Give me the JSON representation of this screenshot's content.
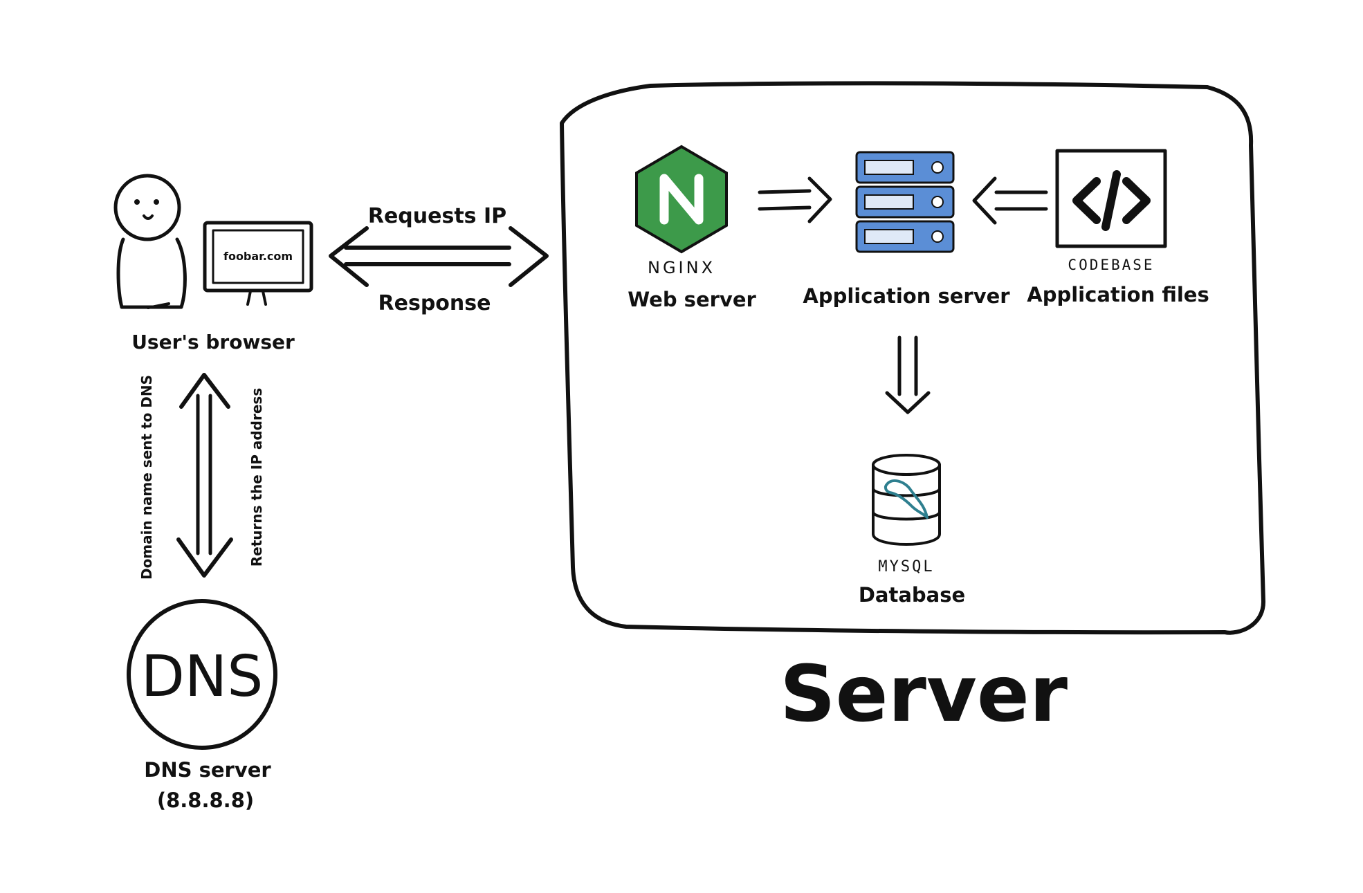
{
  "user": {
    "label": "User's browser",
    "screen_text": "foobar.com"
  },
  "arrows": {
    "request": "Requests IP",
    "response": "Response",
    "dns_query": "Domain name sent to DNS",
    "dns_reply": "Returns the IP address"
  },
  "dns": {
    "logo_text": "DNS",
    "label": "DNS server",
    "ip": "(8.8.8.8)"
  },
  "server": {
    "title": "Server",
    "web_server": {
      "logo_text": "NGINX",
      "label": "Web server",
      "color": "#3d9a4a"
    },
    "app_server": {
      "label": "Application server",
      "color": "#5b8ed6"
    },
    "app_files": {
      "logo_text": "CODEBASE",
      "label": "Application files"
    },
    "database": {
      "logo_text": "MYSQL",
      "label": "Database",
      "color": "#2e7f8f"
    }
  }
}
